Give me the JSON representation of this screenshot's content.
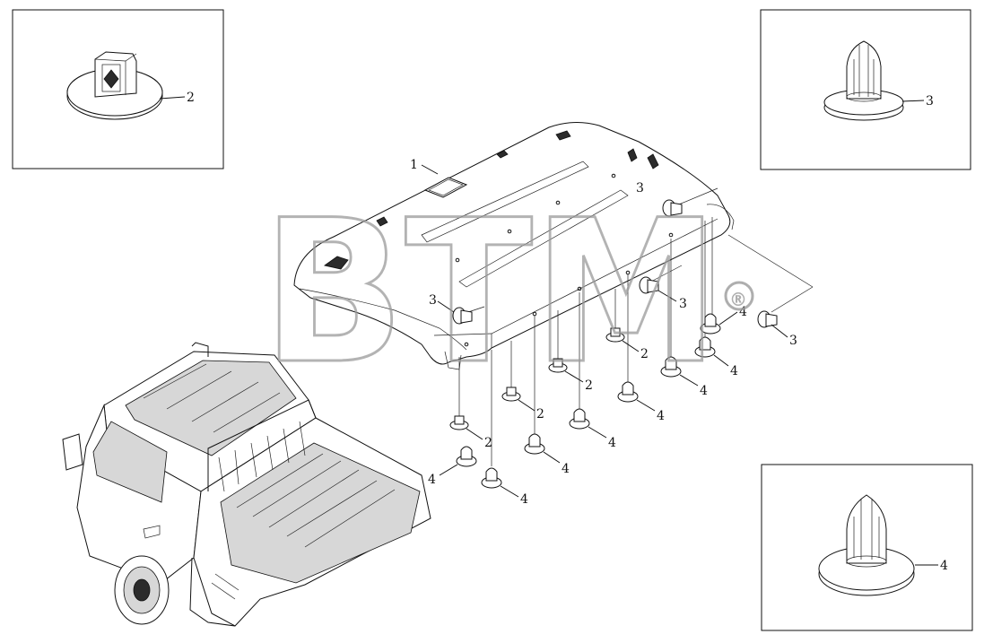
{
  "watermark": {
    "text": "BTM",
    "registered": "®"
  },
  "colors": {
    "line": "#111111",
    "paper": "#ffffff",
    "watermark": "#9a9a9a"
  },
  "callouts": {
    "headliner": "1",
    "clip_2": "2",
    "clip_3": "3",
    "clip_4": "4"
  },
  "insets": {
    "part_2": "2",
    "part_3": "3",
    "part_4": "4"
  }
}
